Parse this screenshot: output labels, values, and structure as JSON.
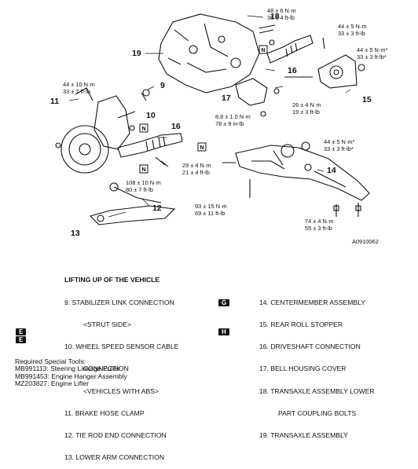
{
  "diagram": {
    "code": "A0910062",
    "callouts": [
      "9",
      "10",
      "11",
      "12",
      "13",
      "14",
      "15",
      "16",
      "16",
      "17",
      "18",
      "19"
    ],
    "torques": [
      {
        "l1": "48 ± 6 N·m",
        "l2": "36 ± 4 ft-lb"
      },
      {
        "l1": "44 ± 5 N·m",
        "l2": "33 ± 3 ft-lb"
      },
      {
        "l1": "44 ± 5 N·m*",
        "l2": "33 ± 3 ft-lb*"
      },
      {
        "l1": "44 ± 10 N·m",
        "l2": "33 ± 7 ft-lb"
      },
      {
        "l1": "26 ± 4 N·m",
        "l2": "19 ± 3 ft-lb"
      },
      {
        "l1": "8.8 ± 1.0 N·m",
        "l2": "78 ± 9 in-lb"
      },
      {
        "l1": "44 ± 5 N·m*",
        "l2": "33 ± 3 ft-lb*"
      },
      {
        "l1": "29 ± 4 N·m",
        "l2": "21 ± 4 ft-lb"
      },
      {
        "l1": "108 ± 10 N·m",
        "l2": "80 ± 7 ft-lb"
      },
      {
        "l1": "93 ± 15 N·m",
        "l2": "69 ± 11 ft-lb"
      },
      {
        "l1": "74 ± 4 N·m",
        "l2": "55 ± 3 ft-lb"
      }
    ],
    "n_marks": [
      "N",
      "N",
      "N",
      "N"
    ]
  },
  "legend": {
    "heading": "LIFTING UP OF THE VEHICLE",
    "left": [
      {
        "num": "9.",
        "text": "STABILIZER LINK CONNECTION"
      },
      {
        "num": "",
        "text": "<STRUT SIDE>"
      },
      {
        "num": "10.",
        "text": "WHEEL SPEED SENSOR CABLE"
      },
      {
        "num": "",
        "text": "CONNECTION"
      },
      {
        "num": "",
        "text": "<VEHICLES WITH ABS>"
      },
      {
        "num": "11.",
        "text": "BRAKE HOSE CLAMP"
      },
      {
        "num": "12.",
        "text": "TIE ROD END CONNECTION"
      },
      {
        "num": "13.",
        "text": "LOWER ARM CONNECTION"
      }
    ],
    "right": [
      {
        "num": "14.",
        "text": "CENTERMEMBER ASSEMBLY"
      },
      {
        "num": "15.",
        "text": "REAR ROLL STOPPER"
      },
      {
        "num": "16.",
        "text": "DRIVESHAFT CONNECTION"
      },
      {
        "num": "17.",
        "text": "BELL HOUSING COVER"
      },
      {
        "num": "18.",
        "text": "TRANSAXLE ASSEMBLY LOWER"
      },
      {
        "num": "",
        "text": "PART COUPLING BOLTS"
      },
      {
        "num": "19.",
        "text": "TRANSAXLE ASSEMBLY"
      }
    ],
    "marks": {
      "g": "G",
      "h": "H",
      "e1": "E",
      "e2": "E"
    }
  },
  "tools": {
    "title": "Required Special Tools:",
    "items": [
      "MB991113: Steering Linkage Puller",
      "MB991453: Engine Hanger Assembly",
      "MZ203827: Engine Lifter"
    ]
  }
}
